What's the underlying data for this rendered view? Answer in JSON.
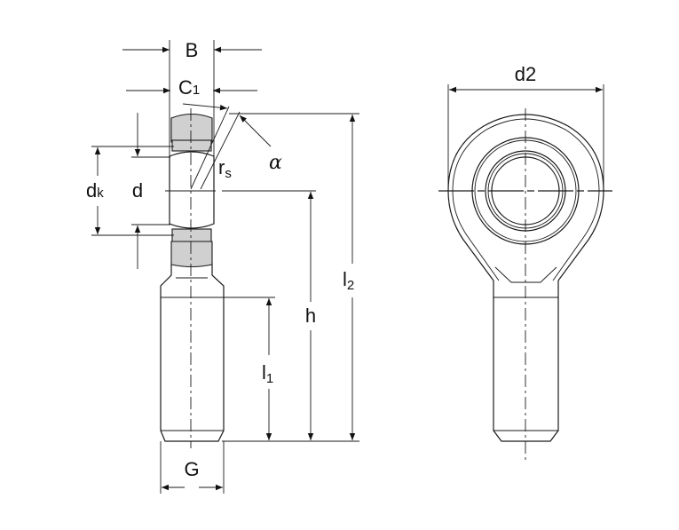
{
  "title": "Rod end with external thread – dimension drawing",
  "labels": {
    "B": "B",
    "C": "C",
    "C_sub": "1",
    "rs": "r",
    "rs_sub": "s",
    "alpha": "α",
    "dk": "d",
    "dk_sub": "k",
    "d": "d",
    "h": "h",
    "l2": "l",
    "l2_sub": "2",
    "l1": "l",
    "l1_sub": "1",
    "G": "G",
    "d2": "d2"
  },
  "colors": {
    "line": "#1a1a1a",
    "section_fill": "#d0d0d0",
    "background": "#ffffff"
  }
}
